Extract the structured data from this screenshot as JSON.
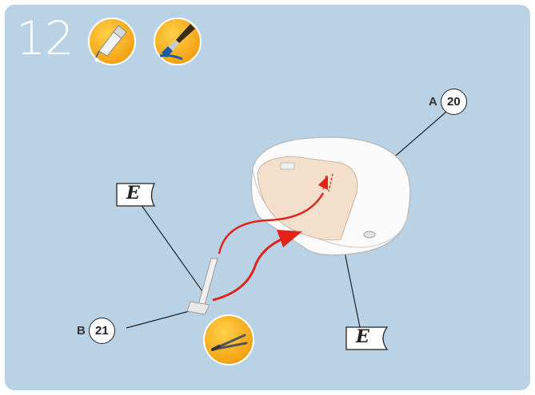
{
  "step": {
    "number": "12"
  },
  "icons": [
    "glue-bottle-icon",
    "paintbrush-icon",
    "tweezers-icon"
  ],
  "callouts": {
    "a": {
      "letter": "A",
      "number": "20"
    },
    "b": {
      "letter": "B",
      "number": "21"
    }
  },
  "flags": {
    "top_left": "E",
    "bottom_right": "E"
  },
  "colors": {
    "background": "#b9d2e6",
    "accent": "#f3a415",
    "arrow": "#e2231a"
  }
}
